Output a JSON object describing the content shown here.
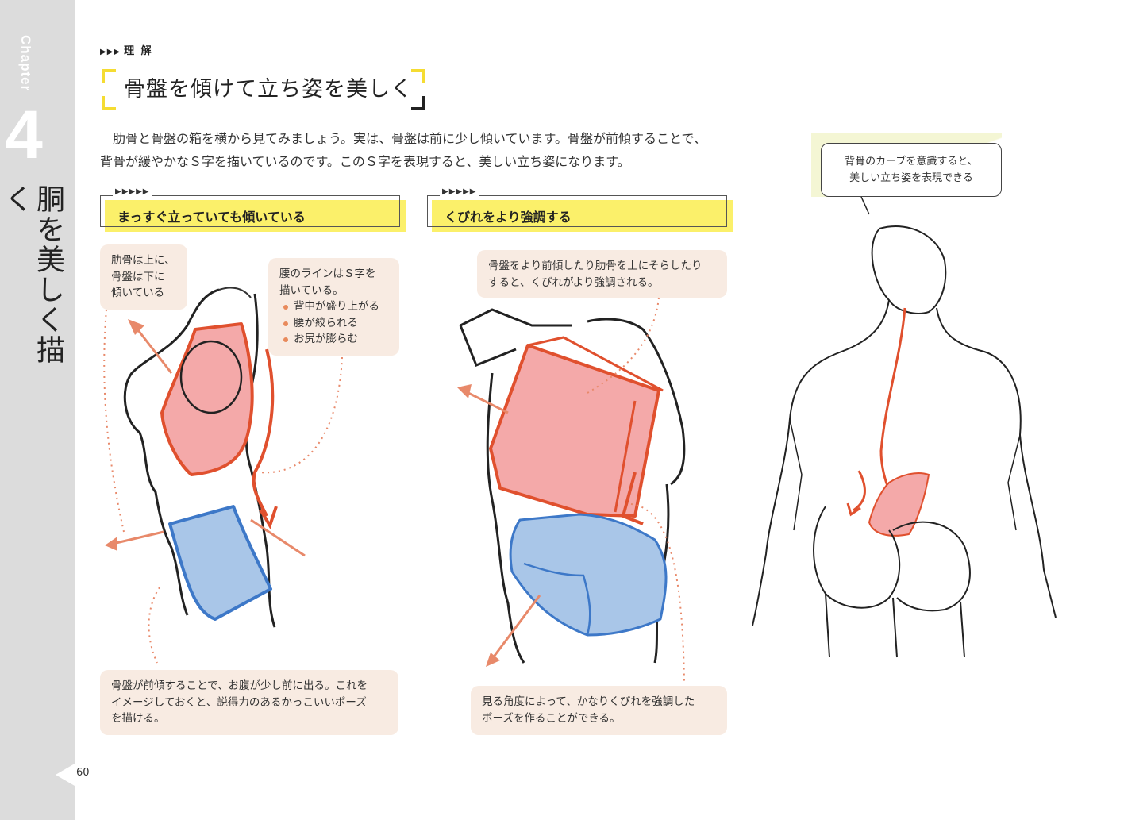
{
  "sidebar": {
    "chapter_word": "Chapter",
    "chapter_number": "4",
    "chapter_title": "胴を美しく描く"
  },
  "page_number": "60",
  "header": {
    "section_marker": "▶▶▶",
    "section_label": "理 解",
    "title": "骨盤を傾けて立ち姿を美しく"
  },
  "intro": {
    "line1": "肋骨と骨盤の箱を横から見てみましょう。実は、骨盤は前に少し傾いています。骨盤が前傾することで、",
    "line2": "背骨が緩やかなＳ字を描いているのです。このＳ字を表現すると、美しい立ち姿になります。"
  },
  "left_panel": {
    "marker": "▶▶▶▶▶",
    "heading": "まっすぐ立っていても傾いている",
    "note_ribs": [
      "肋骨は上に、",
      "骨盤は下に",
      "傾いている"
    ],
    "note_waist_intro": [
      "腰のラインはＳ字を",
      "描いている。"
    ],
    "note_waist_points": [
      "背中が盛り上がる",
      "腰が絞られる",
      "お尻が膨らむ"
    ],
    "note_bottom": [
      "骨盤が前傾することで、お腹が少し前に出る。これを",
      "イメージしておくと、説得力のあるかっこいいポーズ",
      "を描ける。"
    ]
  },
  "middle_panel": {
    "marker": "▶▶▶▶▶",
    "heading": "くびれをより強調する",
    "note_top": [
      "骨盤をより前傾したり肋骨を上にそらしたり",
      "すると、くびれがより強調される。"
    ],
    "note_bottom": [
      "見る角度によって、かなりくびれを強調した",
      "ポーズを作ることができる。"
    ]
  },
  "right_panel": {
    "callout": [
      "背骨のカーブを意識すると、",
      "美しい立ち姿を表現できる"
    ]
  },
  "colors": {
    "ribcage": "#f4a9a9",
    "ribcage_stroke": "#e0502e",
    "pelvis": "#a9c6e8",
    "pelvis_stroke": "#3d78c8",
    "accent_yellow": "#fbf06a",
    "note_bg": "#f8ebe2",
    "arrow": "#e8896a"
  }
}
